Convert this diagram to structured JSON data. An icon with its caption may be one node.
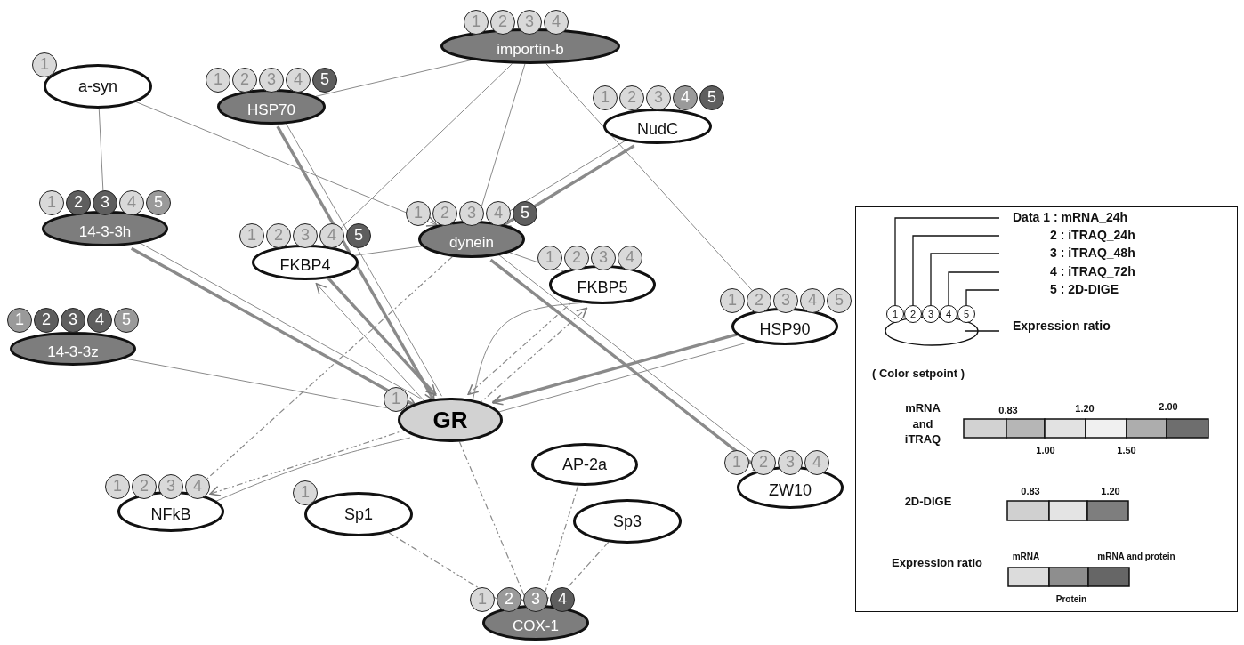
{
  "diagram": {
    "nodes": [
      {
        "text": [
          "importin-b"
        ],
        "beside": [
          "1",
          "2",
          "3",
          "4"
        ]
      },
      {
        "text": [
          "a-syn"
        ],
        "beside": [
          "1"
        ]
      },
      {
        "text": [
          "HSP70"
        ],
        "beside": [
          "1",
          "2",
          "3",
          "4",
          "5"
        ]
      },
      {
        "text": [
          "NudC"
        ],
        "beside": [
          "1",
          "2",
          "3",
          "4",
          "5"
        ]
      },
      {
        "text": [
          "14-3-3h"
        ],
        "beside": [
          "1",
          "2",
          "3",
          "4",
          "5"
        ]
      },
      {
        "text": [
          "dynein"
        ],
        "beside": [
          "1",
          "2",
          "3",
          "4",
          "5"
        ]
      },
      {
        "text": [
          "FKBP4"
        ],
        "beside": [
          "1",
          "2",
          "3",
          "4",
          "5"
        ]
      },
      {
        "text": [
          "FKBP5"
        ],
        "beside": [
          "1",
          "2",
          "3",
          "4"
        ]
      },
      {
        "text": [
          "14-3-3z"
        ],
        "beside": [
          "1",
          "2",
          "3",
          "4",
          "5"
        ]
      },
      {
        "text": [
          "HSP90"
        ],
        "beside": [
          "1",
          "2",
          "3",
          "4",
          "5"
        ]
      },
      {
        "text": [
          "GR"
        ],
        "beside": [
          "1"
        ]
      },
      {
        "text": [
          "AP-2a"
        ]
      },
      {
        "text": [
          "ZW10"
        ],
        "beside": [
          "1",
          "2",
          "3",
          "4"
        ]
      },
      {
        "text": [
          "NFkB"
        ],
        "beside": [
          "1",
          "2",
          "3",
          "4"
        ]
      },
      {
        "text": [
          "Sp1"
        ],
        "beside": [
          "1"
        ]
      },
      {
        "text": [
          "Sp3"
        ]
      },
      {
        "text": [
          "COX-1"
        ],
        "beside": [
          "1",
          "2",
          "3",
          "4"
        ]
      }
    ],
    "edges": [
      {
        "from": 0,
        "to": 2,
        "arrow": "none"
      },
      {
        "from": 0,
        "to": 6,
        "arrow": "none"
      },
      {
        "from": 0,
        "to": 5,
        "arrow": "none"
      },
      {
        "from": 0,
        "to": 9,
        "arrow": "none"
      },
      {
        "from": 1,
        "to": 4,
        "arrow": "none"
      },
      {
        "from": 1,
        "to": 5,
        "arrow": "to"
      },
      {
        "from": 3,
        "to": 5,
        "arrow": "to",
        "style": "thick"
      },
      {
        "from": 3,
        "to": 5,
        "arrow": "to"
      },
      {
        "from": 2,
        "to": 10,
        "arrow": "to",
        "style": "thick"
      },
      {
        "from": 2,
        "to": 10,
        "arrow": "none"
      },
      {
        "from": 4,
        "to": 10,
        "arrow": "to",
        "style": "thick"
      },
      {
        "from": 4,
        "to": 10,
        "arrow": "none"
      },
      {
        "from": 8,
        "to": 10,
        "arrow": "none"
      },
      {
        "from": 6,
        "to": 10,
        "arrow": "to",
        "style": "thick"
      },
      {
        "from": 10,
        "to": 6,
        "arrow": "to"
      },
      {
        "from": 6,
        "to": 5,
        "arrow": "none"
      },
      {
        "from": 5,
        "to": 7,
        "arrow": "none"
      },
      {
        "from": 5,
        "to": 12,
        "arrow": "to",
        "style": "thick"
      },
      {
        "from": 5,
        "to": 12,
        "arrow": "none"
      },
      {
        "from": 9,
        "to": 10,
        "arrow": "to",
        "style": "thick"
      },
      {
        "from": 9,
        "to": 10,
        "arrow": "none"
      },
      {
        "from": 5,
        "to": 13,
        "arrow": "to",
        "style": "dashed"
      },
      {
        "from": 10,
        "to": 13,
        "arrow": "none"
      },
      {
        "from": 10,
        "to": 13,
        "arrow": "to",
        "style": "dashed"
      },
      {
        "from": 7,
        "to": 10,
        "arrow": "to",
        "style": "dashed"
      },
      {
        "from": 10,
        "to": 7,
        "arrow": "to",
        "style": "dashed"
      },
      {
        "from": 7,
        "to": 10,
        "arrow": "none"
      },
      {
        "from": 14,
        "to": 16,
        "arrow": "to",
        "style": "dashed"
      },
      {
        "from": 10,
        "to": 16,
        "arrow": "to",
        "style": "dashed"
      },
      {
        "from": 11,
        "to": 16,
        "arrow": "to",
        "style": "dashed"
      },
      {
        "from": 15,
        "to": 16,
        "arrow": "to",
        "style": "dashed"
      }
    ],
    "labels": [
      "Data 1 : mRNA_24h",
      "2 : iTRAQ_24h",
      "3 : iTRAQ_48h",
      "4 : iTRAQ_72h",
      "5 : 2D-DIGE",
      "1",
      "2",
      "3",
      "4",
      "5",
      "Expression ratio",
      "( Color setpoint )",
      "mRNA and iTRAQ",
      "0.83",
      "1.20",
      "2.00",
      "1.00",
      "1.50",
      "2D-DIGE",
      "0.83",
      "1.20",
      "Expression ratio",
      "mRNA",
      "mRNA and protein",
      "Protein"
    ]
  }
}
